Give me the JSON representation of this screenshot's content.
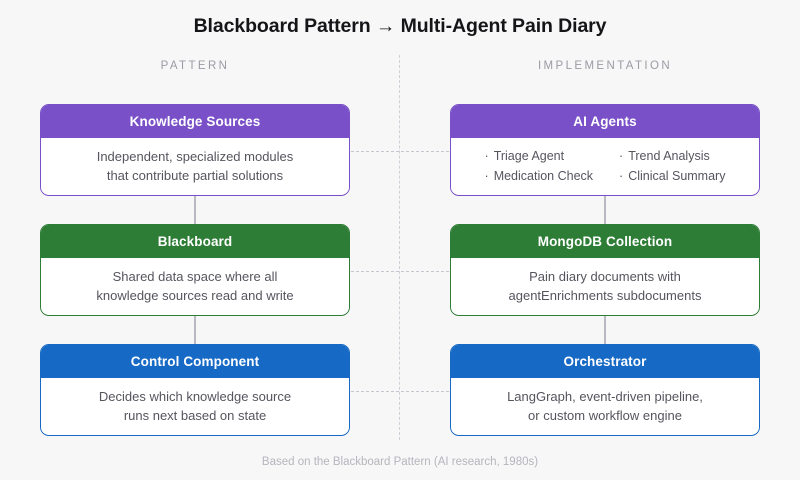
{
  "header": {
    "title": "Blackboard Pattern → Multi-Agent Pain Diary"
  },
  "columns": {
    "left_label": "PATTERN",
    "right_label": "IMPLEMENTATION"
  },
  "colors": {
    "purple": "#7950c8",
    "green": "#2e7d36",
    "blue": "#1669c5",
    "background": "#f7f7f8",
    "connector": "#c6c6ce",
    "body_text": "#55555e",
    "muted_text": "#9b9ba3"
  },
  "rows": [
    {
      "left": {
        "title": "Knowledge Sources",
        "color": "purple",
        "lines": [
          "Independent, specialized modules",
          "that contribute partial solutions"
        ]
      },
      "right": {
        "title": "AI Agents",
        "color": "purple",
        "bullet_columns": [
          [
            "Triage Agent",
            "Medication Check"
          ],
          [
            "Trend Analysis",
            "Clinical Summary"
          ]
        ],
        "bullet_marker": "·"
      }
    },
    {
      "left": {
        "title": "Blackboard",
        "color": "green",
        "lines": [
          "Shared data space where all",
          "knowledge sources read and write"
        ]
      },
      "right": {
        "title": "MongoDB Collection",
        "color": "green",
        "lines": [
          "Pain diary documents with",
          "agentEnrichments subdocuments"
        ]
      }
    },
    {
      "left": {
        "title": "Control Component",
        "color": "blue",
        "lines": [
          "Decides which knowledge source",
          "runs next based on state"
        ]
      },
      "right": {
        "title": "Orchestrator",
        "color": "blue",
        "lines": [
          "LangGraph, event-driven pipeline,",
          "or custom workflow engine"
        ]
      }
    }
  ],
  "footer": {
    "caption": "Based on the Blackboard Pattern (AI research, 1980s)"
  }
}
